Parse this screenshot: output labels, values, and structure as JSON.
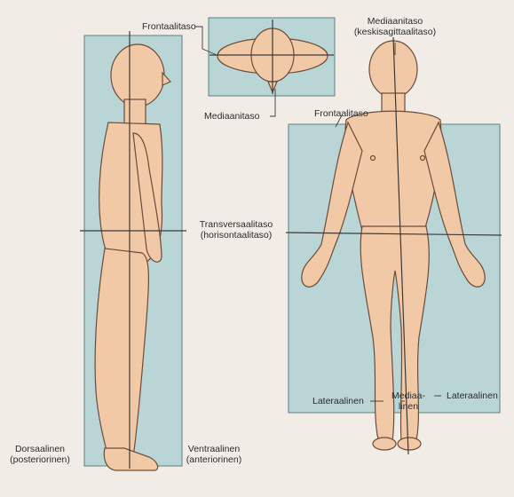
{
  "labels": {
    "frontal_plane_top": "Frontaalitaso",
    "median_plane_top": "Mediaanitaso",
    "median_plane_right": "Mediaanitaso",
    "median_plane_right_sub": "(keskisagittaalitaso)",
    "frontal_plane_right": "Frontaalitaso",
    "transverse_plane": "Transversaalitaso",
    "transverse_plane_sub": "(horisontaalitaso)",
    "lateral_left": "Lateraalinen",
    "medial_1": "Mediaa-",
    "medial_2": "linen",
    "lateral_right": "Lateraalinen",
    "dorsal": "Dorsaalinen",
    "dorsal_sub": "(posteriorinen)",
    "ventral": "Ventraalinen",
    "ventral_sub": "(anteriorinen)"
  },
  "colors": {
    "background": "#f1ede6",
    "plane_fill": "#b9d5d6",
    "plane_stroke": "#5f7f80",
    "skin": "#f2c9a6",
    "skin_outline": "#6b4b3a",
    "line": "#3a3a3a"
  }
}
